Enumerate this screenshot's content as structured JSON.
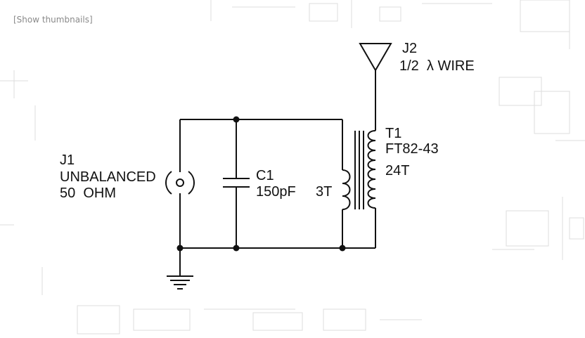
{
  "toolbar": {
    "show_thumbnails_label": "[Show thumbnails]"
  },
  "schematic": {
    "j1": {
      "ref": "J1",
      "line1": "UNBALANCED",
      "line2": "50  OHM"
    },
    "c1": {
      "ref": "C1",
      "value": "150pF"
    },
    "t1": {
      "ref": "T1",
      "part": "FT82-43",
      "secondary_turns": "24T",
      "primary_turns": "3T"
    },
    "j2": {
      "ref": "J2",
      "desc": "1/2  λ WIRE"
    }
  },
  "colors": {
    "ink": "#111111",
    "ghost": "#dcdcdc",
    "link": "#8a8a8a"
  }
}
